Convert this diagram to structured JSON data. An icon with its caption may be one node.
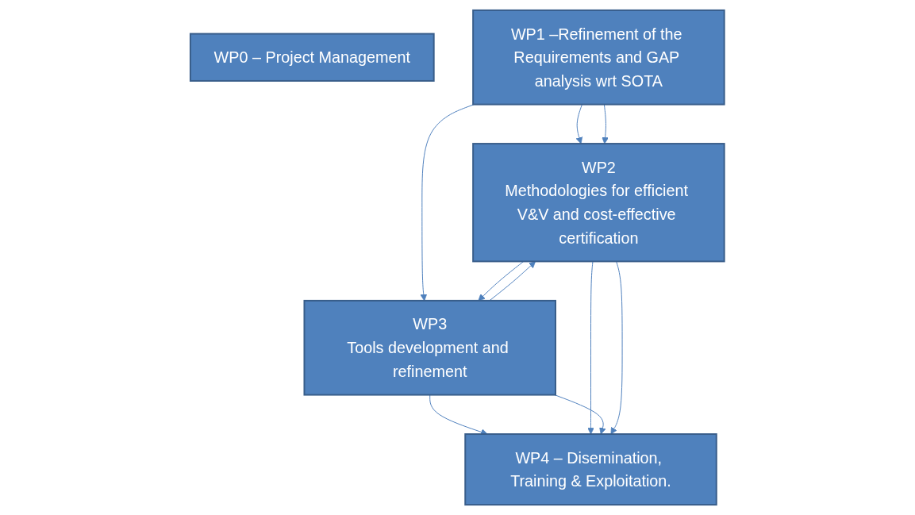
{
  "diagram": {
    "nodes": [
      {
        "text": [
          "WP0 – Project Management"
        ]
      },
      {
        "text": [
          "WP1 –Refinement of the Requirements and GAP analysis wrt SOTA"
        ]
      },
      {
        "text": [
          "WP2",
          "Methodologies for efficient V&V and cost-effective certification"
        ]
      },
      {
        "text": [
          "WP3",
          "Tools development and refinement"
        ]
      },
      {
        "text": [
          "WP4 – Disemination, Training & Exploitation."
        ]
      }
    ],
    "edges": [
      {
        "from": 1,
        "to": 2,
        "arrow": "to"
      },
      {
        "from": 1,
        "to": 2,
        "arrow": "to"
      },
      {
        "from": 1,
        "to": 3,
        "arrow": "to"
      },
      {
        "from": 2,
        "to": 3,
        "arrow": "to"
      },
      {
        "from": 3,
        "to": 2,
        "arrow": "to"
      },
      {
        "from": 3,
        "to": 4,
        "arrow": "to"
      },
      {
        "from": 2,
        "to": 4,
        "arrow": "to"
      },
      {
        "from": 3,
        "to": 4,
        "arrow": "to"
      },
      {
        "from": 2,
        "to": 4,
        "arrow": "to"
      }
    ]
  }
}
